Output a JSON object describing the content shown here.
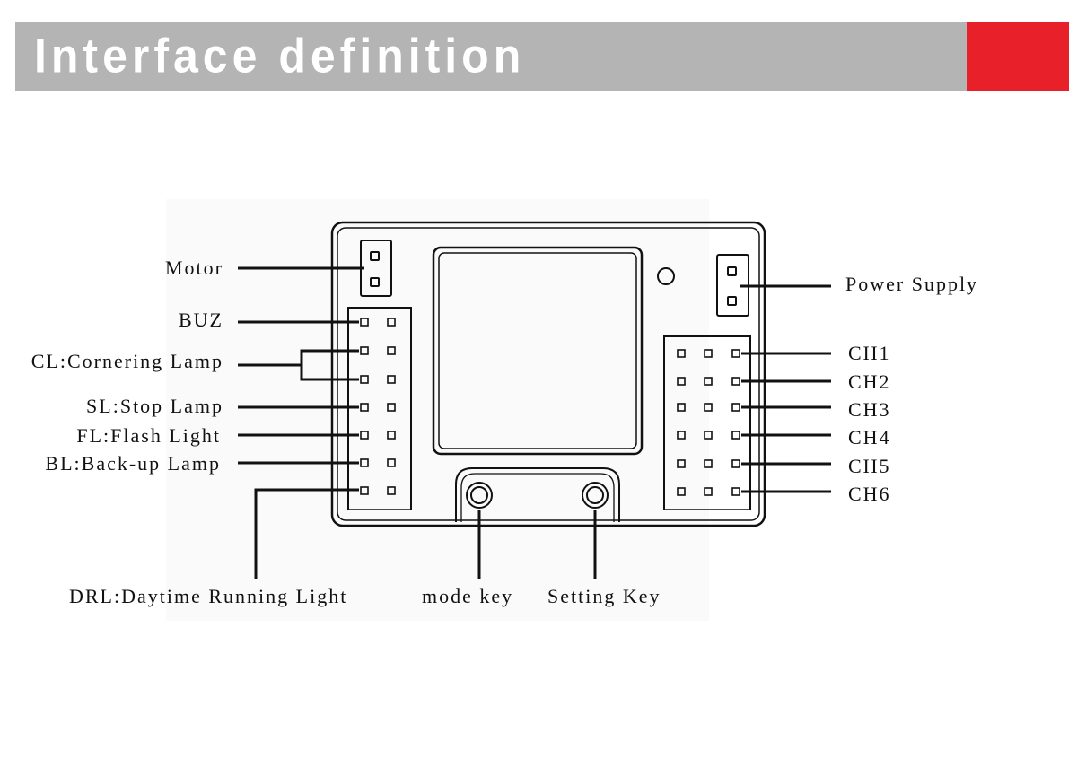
{
  "header": {
    "title": "Interface definition",
    "accent_color": "#e8202a",
    "bar_color": "#b4b4b4"
  },
  "labels": {
    "motor": "Motor",
    "buz": "BUZ",
    "cl": "CL:Cornering Lamp",
    "sl": "SL:Stop Lamp",
    "fl": "FL:Flash Light",
    "bl": "BL:Back-up Lamp",
    "drl": "DRL:Daytime Running Light",
    "mode_key": "mode key",
    "setting_key": "Setting Key",
    "power_supply": "Power Supply",
    "ch1": "CH1",
    "ch2": "CH2",
    "ch3": "CH3",
    "ch4": "CH4",
    "ch5": "CH5",
    "ch6": "CH6"
  }
}
